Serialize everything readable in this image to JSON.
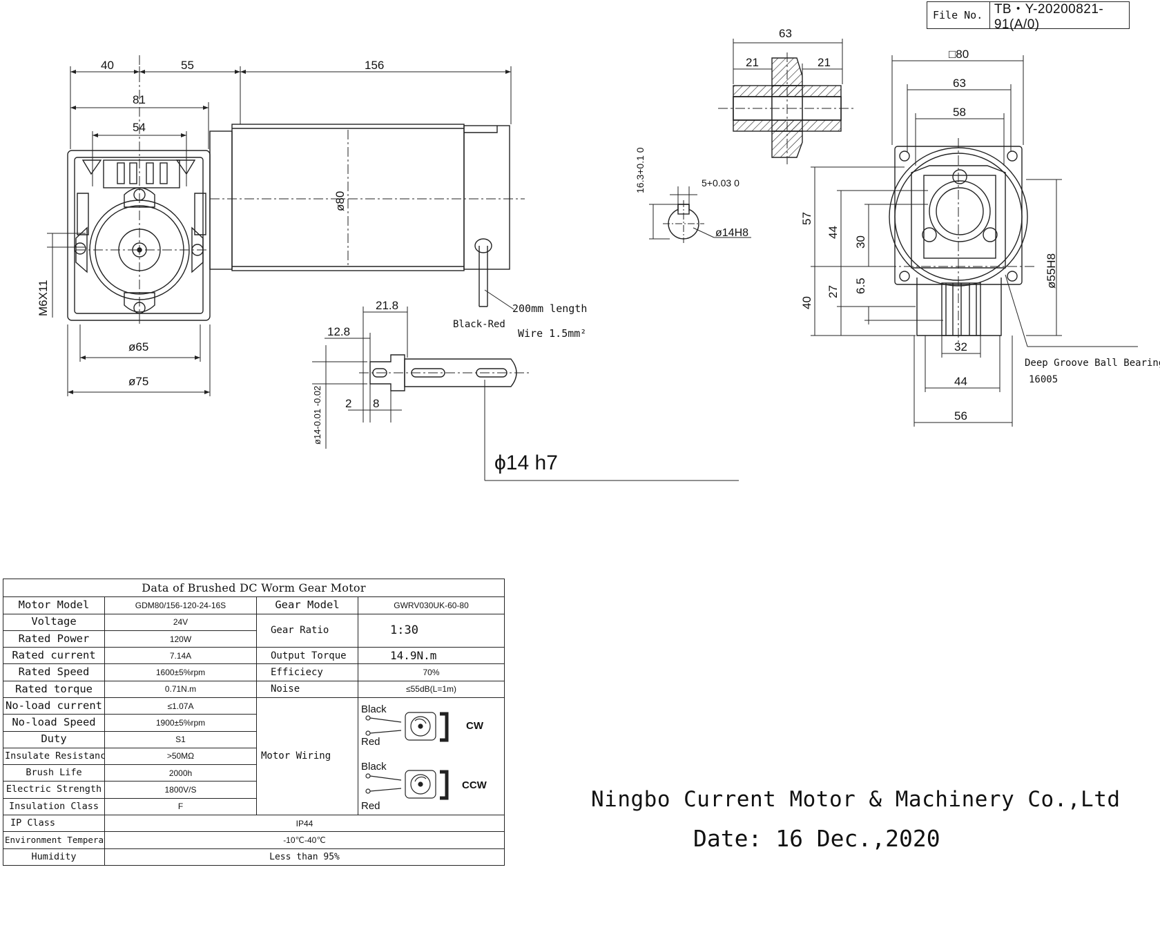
{
  "file_no": {
    "label": "File No.",
    "value": "TB・Y-20200821-91(A/0)"
  },
  "front_view": {
    "dims": {
      "d40": "40",
      "d55": "55",
      "d156": "156",
      "d81": "81",
      "d54": "54",
      "d80": "ø80",
      "d65": "ø65",
      "d75": "ø75",
      "m6": "M6X11"
    },
    "wire": {
      "length": "200mm length",
      "colors": "Black-Red",
      "size": "Wire 1.5mm²"
    }
  },
  "shaft_view": {
    "dims": {
      "d21_8": "21.8",
      "d12_8": "12.8",
      "d2": "2",
      "d8": "8",
      "dia": "ø14-0.01 -0.02"
    },
    "tolerance": "ϕ14 h7"
  },
  "section_view": {
    "dims": {
      "d63": "63",
      "d21a": "21",
      "d21b": "21"
    }
  },
  "key_view": {
    "dims": {
      "height": "16.3+0.1 0",
      "key": "5+0.03 0",
      "bore": "ø14H8"
    }
  },
  "side_view": {
    "dims": {
      "sq80": "□80",
      "d63": "63",
      "d58": "58",
      "d57": "57",
      "d44v": "44",
      "d30": "30",
      "d40": "40",
      "d27": "27",
      "d6_5": "6.5",
      "d55": "ø55H8",
      "d32": "32",
      "d44": "44",
      "d56": "56"
    },
    "bearing": {
      "line1": "Deep Groove Ball Bearing",
      "line2": "16005"
    }
  },
  "table": {
    "title": "Data of Brushed DC Worm Gear Motor",
    "motor_model_label": "Motor Model",
    "motor_model": "GDM80/156-120-24-16S",
    "gear_model_label": "Gear Model",
    "gear_model": "GWRV030UK-60-80",
    "rows": [
      {
        "label": "Voltage",
        "value": "24V"
      },
      {
        "label": "Rated Power",
        "value": "120W"
      },
      {
        "label": "Rated current",
        "value": "7.14A"
      },
      {
        "label": "Rated Speed",
        "value": "1600±5%rpm"
      },
      {
        "label": "Rated torque",
        "value": "0.71N.m"
      },
      {
        "label": "No-load current",
        "value": "≤1.07A"
      },
      {
        "label": "No-load Speed",
        "value": "1900±5%rpm"
      },
      {
        "label": "Duty",
        "value": "S1"
      },
      {
        "label": "Insulate Resistance",
        "value": ">50MΩ"
      },
      {
        "label": "Brush Life",
        "value": "2000h"
      },
      {
        "label": "Electric Strength",
        "value": "1800V/S"
      },
      {
        "label": "Insulation Class",
        "value": "F"
      },
      {
        "label": "IP Class",
        "value": "IP44"
      },
      {
        "label": "Environment Temperature",
        "value": "-10℃-40℃"
      },
      {
        "label": "Humidity",
        "value": "Less than 95%"
      }
    ],
    "gear": [
      {
        "label": "Gear Ratio",
        "value": "1:30"
      },
      {
        "label": "Output Torque",
        "value": "14.9N.m"
      },
      {
        "label": "Efficiecy",
        "value": "70%"
      },
      {
        "label": "Noise",
        "value": "≤55dB(L=1m)"
      }
    ],
    "wiring": {
      "label": "Motor Wiring",
      "black": "Black",
      "red": "Red",
      "cw": "CW",
      "ccw": "CCW"
    }
  },
  "company": "Ningbo Current Motor & Machinery Co.,Ltd",
  "date": "Date: 16 Dec.,2020"
}
